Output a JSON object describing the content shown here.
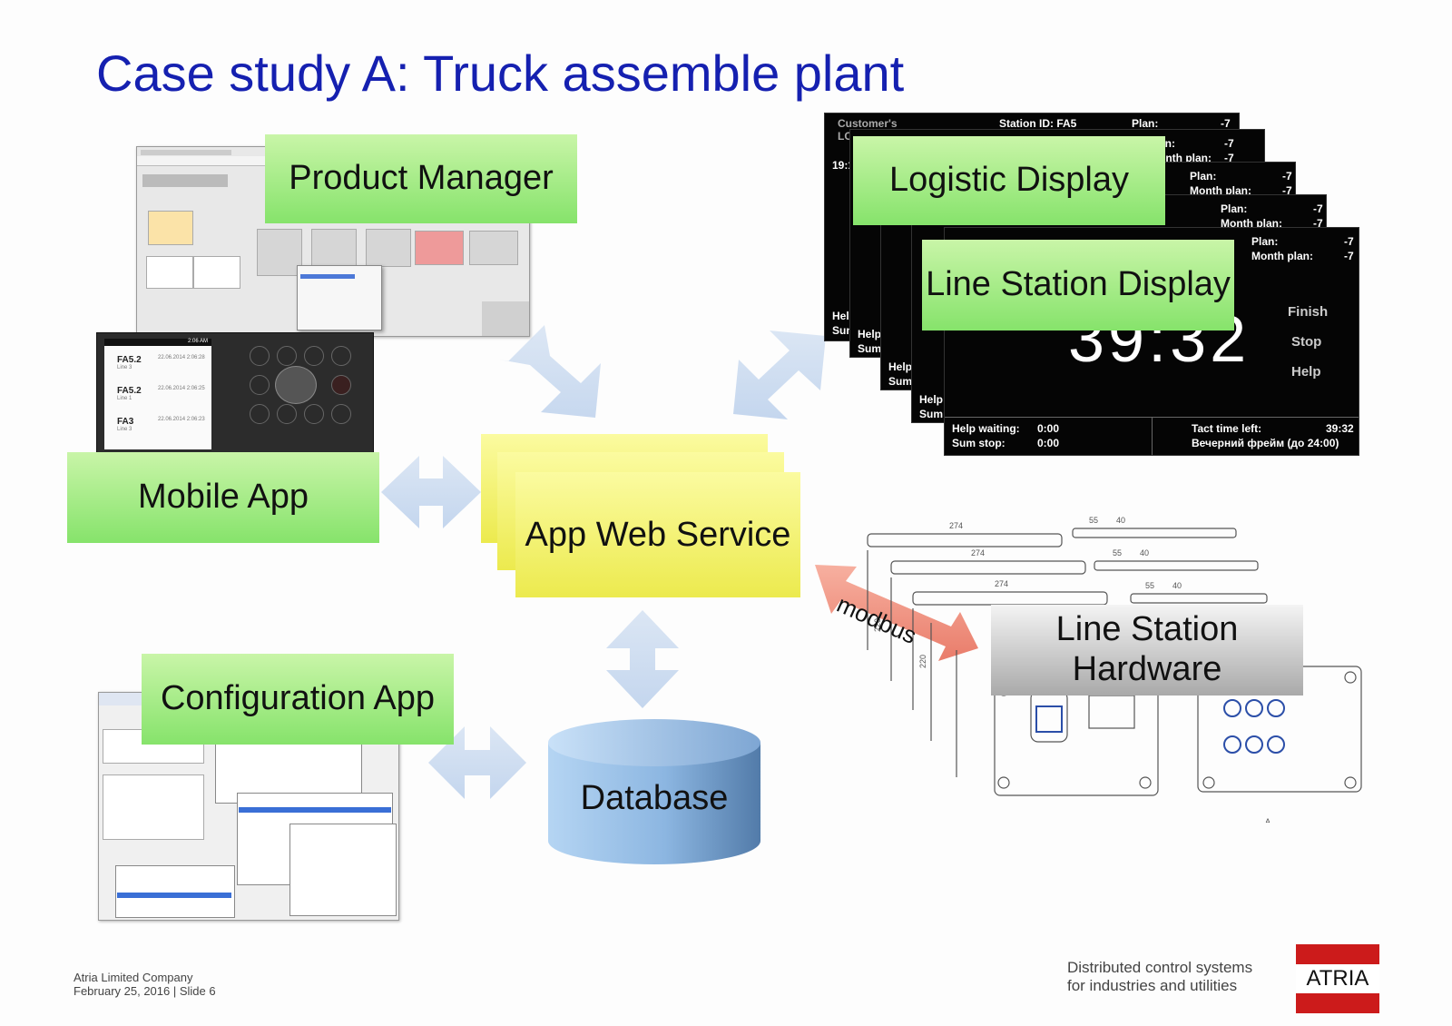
{
  "title": "Case study A: Truck assemble plant",
  "boxes": {
    "product_manager": "Product Manager",
    "logistic_display": "Logistic Display",
    "line_station_display": "Line Station Display",
    "mobile_app": "Mobile App",
    "app_web_service": "App Web Service",
    "configuration_app": "Configuration App",
    "database": "Database",
    "line_station_hardware": "Line Station Hardware",
    "modbus": "modbus"
  },
  "logistic_screen": {
    "customer": "Customer's",
    "lo": "LC",
    "station": "Station ID: FA5",
    "plan_label": "Plan:",
    "plan_value": "-7",
    "month_plan_label": "Month plan:",
    "month_plan_value": "-7",
    "time_partial": "19:1",
    "an": "an:",
    "onth_plan": "onth plan:",
    "help": "Help",
    "sum": "Sum",
    "help_short": "Hel",
    "sum_short": "Sun"
  },
  "line_station_screen": {
    "timer": "39:32",
    "finish": "Finish",
    "stop": "Stop",
    "help": "Help",
    "help_waiting_label": "Help waiting:",
    "help_waiting_value": "0:00",
    "sum_stop_label": "Sum stop:",
    "sum_stop_value": "0:00",
    "tact_label": "Tact time left:",
    "tact_value": "39:32",
    "evening": "Вечерний фрейм (до 24:00)"
  },
  "mobile_screen": {
    "items": [
      {
        "name": "FA5.2",
        "sub": "Line 3",
        "date": "22.06.2014 2:06:28"
      },
      {
        "name": "FA5.2",
        "sub": "Line 1",
        "date": "22.06.2014 2:06:25"
      },
      {
        "name": "FA3",
        "sub": "Line 3",
        "date": "22.06.2014 2:06:23"
      }
    ],
    "clock": "2:06 AM"
  },
  "footer": {
    "company": "Atria Limited Company",
    "date_slide": "February 25, 2016 | Slide 6",
    "tagline_1": "Distributed control systems",
    "tagline_2": "for industries and utilities",
    "logo_text": "ATRIA"
  },
  "hardware_drawing": {
    "dim_274": "274",
    "dim_55": "55",
    "dim_40": "40",
    "dim_220": "220",
    "section": "A"
  }
}
